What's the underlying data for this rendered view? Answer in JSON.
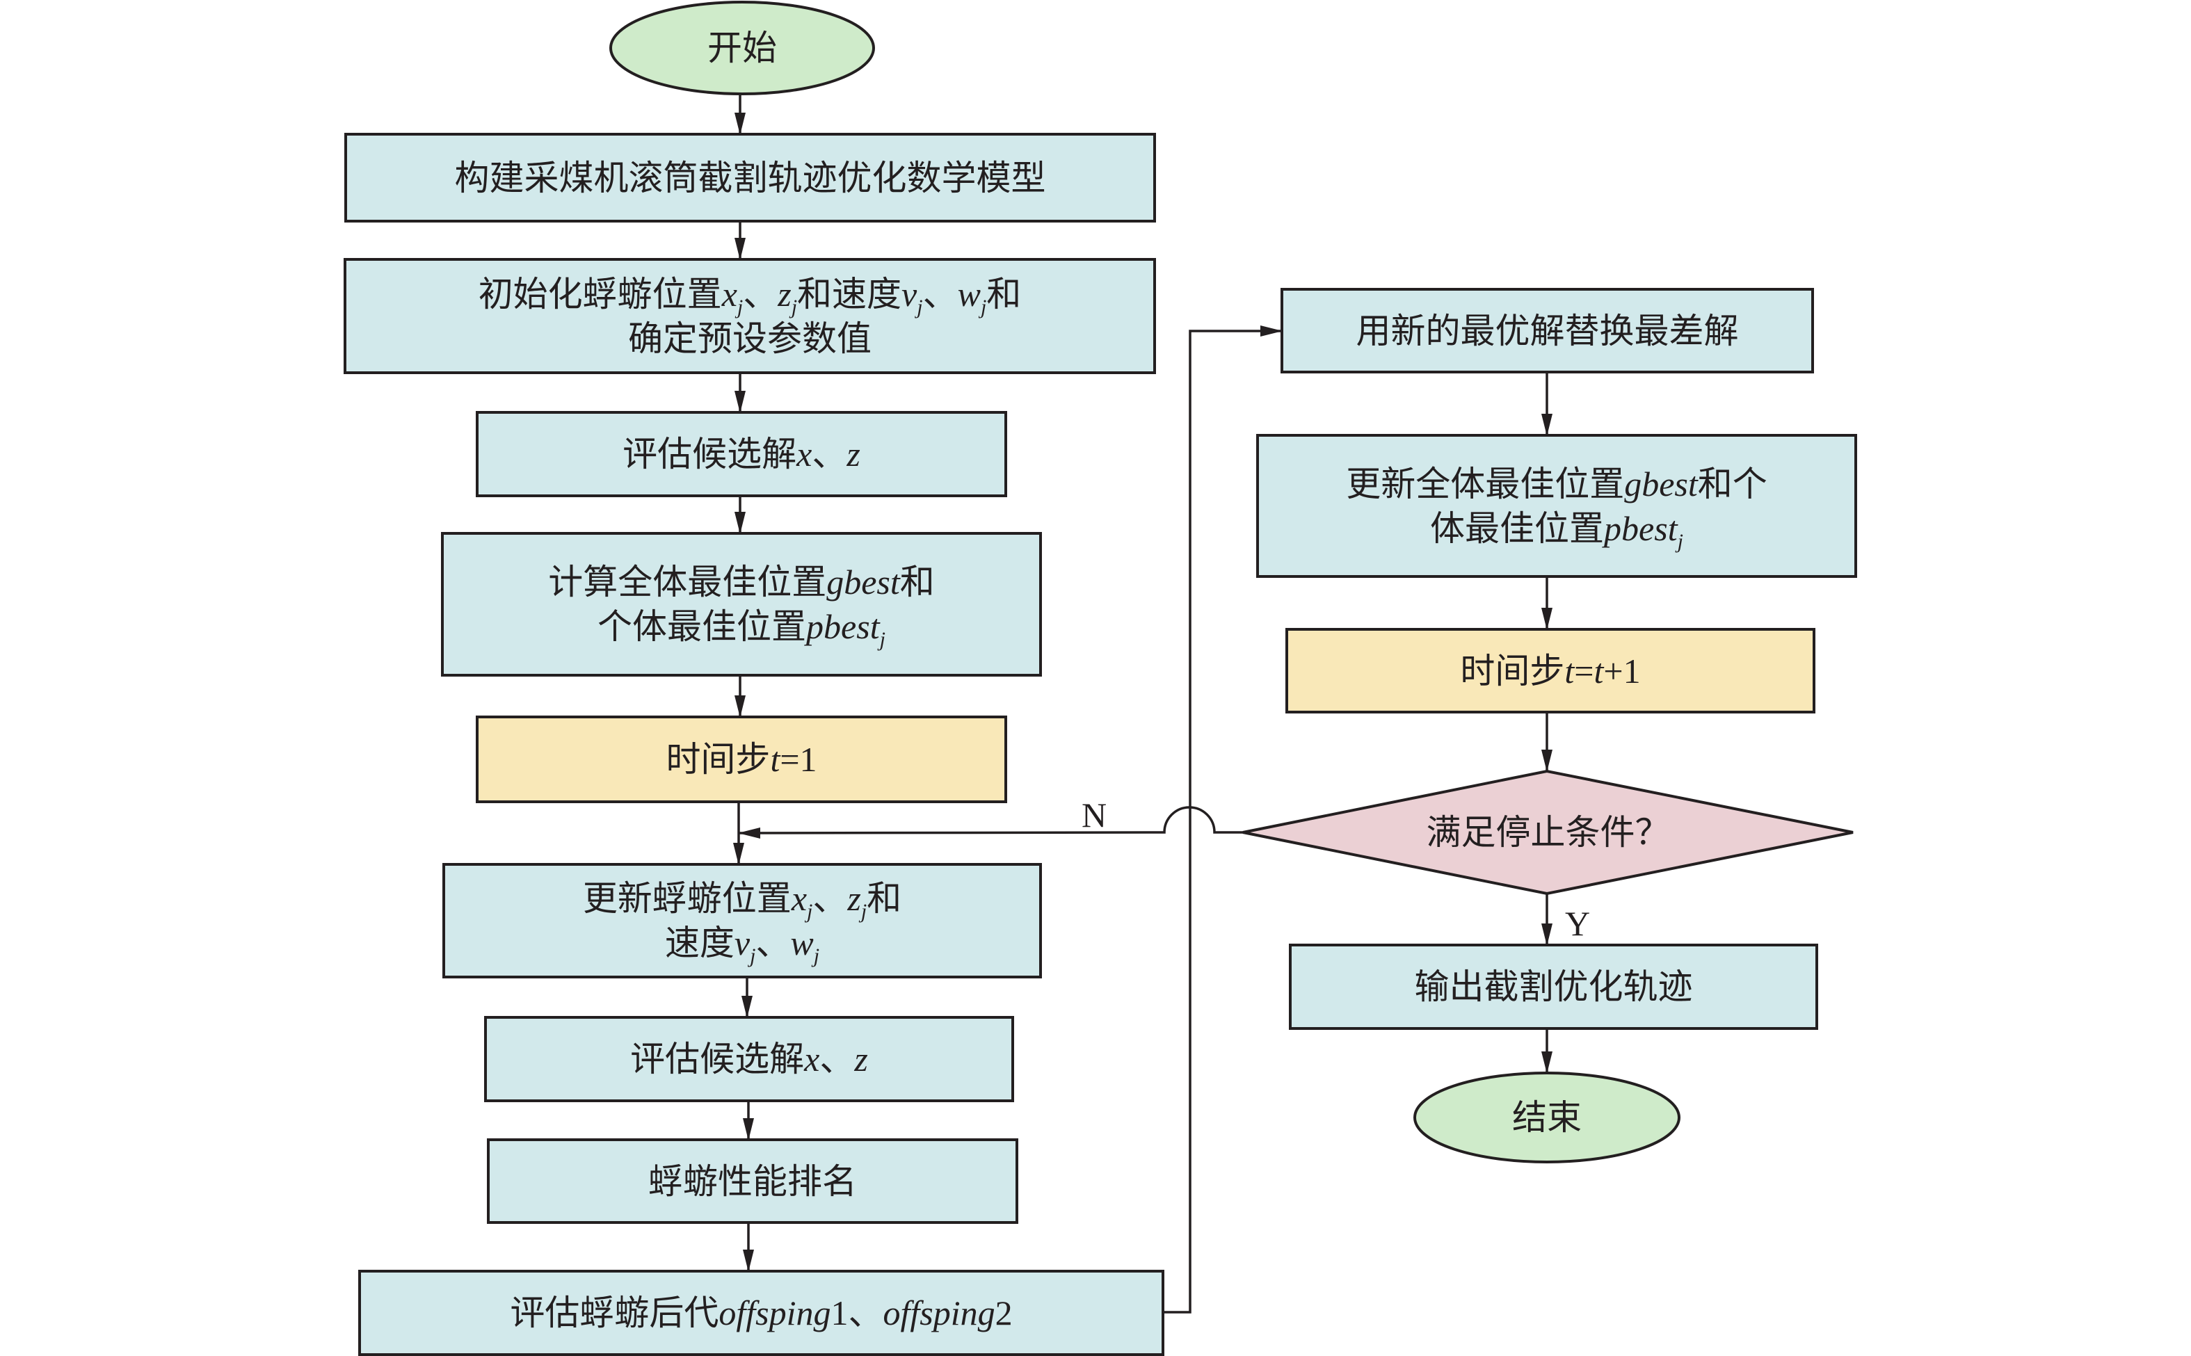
{
  "colors": {
    "terminal_fill": "#cfebca",
    "process_fill": "#d2e9eb",
    "timestep_fill": "#f9e8b8",
    "decision_fill": "#ebd0d4",
    "stroke": "#231f20",
    "text": "#231f20"
  },
  "nodes": [
    {
      "id": "start",
      "shape": "terminal",
      "lines": [
        [
          {
            "t": "开始"
          }
        ]
      ]
    },
    {
      "id": "build-model",
      "shape": "process",
      "lines": [
        [
          {
            "t": "构建采煤机滚筒截割轨迹优化数学模型"
          }
        ]
      ]
    },
    {
      "id": "init",
      "shape": "process",
      "lines": [
        [
          {
            "t": "初始化蜉蝣位置"
          },
          {
            "t": "x",
            "s": "i"
          },
          {
            "t": "j",
            "s": "sub"
          },
          {
            "t": "、"
          },
          {
            "t": "z",
            "s": "i"
          },
          {
            "t": "j",
            "s": "sub"
          },
          {
            "t": "和速度"
          },
          {
            "t": "v",
            "s": "i"
          },
          {
            "t": "j",
            "s": "sub"
          },
          {
            "t": "、"
          },
          {
            "t": "w",
            "s": "i"
          },
          {
            "t": "j",
            "s": "sub"
          },
          {
            "t": "和"
          }
        ],
        [
          {
            "t": "确定预设参数值"
          }
        ]
      ]
    },
    {
      "id": "evaluate-candidates-1",
      "shape": "process",
      "lines": [
        [
          {
            "t": "评估候选解"
          },
          {
            "t": "x",
            "s": "i"
          },
          {
            "t": "、"
          },
          {
            "t": "z",
            "s": "i"
          }
        ]
      ]
    },
    {
      "id": "compute-best",
      "shape": "process",
      "lines": [
        [
          {
            "t": "计算全体最佳位置"
          },
          {
            "t": "gbest",
            "s": "i"
          },
          {
            "t": "和"
          }
        ],
        [
          {
            "t": "个体最佳位置"
          },
          {
            "t": "pbest",
            "s": "i"
          },
          {
            "t": "j",
            "s": "sub"
          }
        ]
      ]
    },
    {
      "id": "timestep-init",
      "shape": "timestep",
      "lines": [
        [
          {
            "t": "时间步"
          },
          {
            "t": "t",
            "s": "i"
          },
          {
            "t": "=1"
          }
        ]
      ]
    },
    {
      "id": "update-mayfly",
      "shape": "process",
      "lines": [
        [
          {
            "t": "更新蜉蝣位置"
          },
          {
            "t": "x",
            "s": "i"
          },
          {
            "t": "j",
            "s": "sub"
          },
          {
            "t": "、"
          },
          {
            "t": "z",
            "s": "i"
          },
          {
            "t": "j",
            "s": "sub"
          },
          {
            "t": "和"
          }
        ],
        [
          {
            "t": "速度"
          },
          {
            "t": "v",
            "s": "i"
          },
          {
            "t": "j",
            "s": "sub"
          },
          {
            "t": "、"
          },
          {
            "t": "w",
            "s": "i"
          },
          {
            "t": "j",
            "s": "sub"
          }
        ]
      ]
    },
    {
      "id": "evaluate-candidates-2",
      "shape": "process",
      "lines": [
        [
          {
            "t": "评估候选解"
          },
          {
            "t": "x",
            "s": "i"
          },
          {
            "t": "、"
          },
          {
            "t": "z",
            "s": "i"
          }
        ]
      ]
    },
    {
      "id": "rank",
      "shape": "process",
      "lines": [
        [
          {
            "t": "蜉蝣性能排名"
          }
        ]
      ]
    },
    {
      "id": "evaluate-offspring",
      "shape": "process",
      "lines": [
        [
          {
            "t": "评估蜉蝣后代"
          },
          {
            "t": "offsping",
            "s": "i"
          },
          {
            "t": "1、"
          },
          {
            "t": "offsping",
            "s": "i"
          },
          {
            "t": "2"
          }
        ]
      ]
    },
    {
      "id": "replace-worst",
      "shape": "process",
      "lines": [
        [
          {
            "t": "用新的最优解替换最差解"
          }
        ]
      ]
    },
    {
      "id": "update-best",
      "shape": "process",
      "lines": [
        [
          {
            "t": "更新全体最佳位置"
          },
          {
            "t": "gbest",
            "s": "i"
          },
          {
            "t": "和个"
          }
        ],
        [
          {
            "t": "体最佳位置"
          },
          {
            "t": "pbest",
            "s": "i"
          },
          {
            "t": "j",
            "s": "sub"
          }
        ]
      ]
    },
    {
      "id": "timestep-increment",
      "shape": "timestep",
      "lines": [
        [
          {
            "t": "时间步"
          },
          {
            "t": "t",
            "s": "i"
          },
          {
            "t": "="
          },
          {
            "t": "t",
            "s": "i"
          },
          {
            "t": "+1"
          }
        ]
      ]
    },
    {
      "id": "stop-condition",
      "shape": "decision",
      "lines": [
        [
          {
            "t": "满足停止条件？"
          }
        ]
      ]
    },
    {
      "id": "output",
      "shape": "process",
      "lines": [
        [
          {
            "t": "输出截割优化轨迹"
          }
        ]
      ]
    },
    {
      "id": "end",
      "shape": "terminal",
      "lines": [
        [
          {
            "t": "结束"
          }
        ]
      ]
    }
  ],
  "edges": [
    {
      "from": "start",
      "to": "build-model"
    },
    {
      "from": "build-model",
      "to": "init"
    },
    {
      "from": "init",
      "to": "evaluate-candidates-1"
    },
    {
      "from": "evaluate-candidates-1",
      "to": "compute-best"
    },
    {
      "from": "compute-best",
      "to": "timestep-init"
    },
    {
      "from": "timestep-init",
      "to": "update-mayfly"
    },
    {
      "from": "update-mayfly",
      "to": "evaluate-candidates-2"
    },
    {
      "from": "evaluate-candidates-2",
      "to": "rank"
    },
    {
      "from": "rank",
      "to": "evaluate-offspring"
    },
    {
      "from": "evaluate-offspring",
      "to": "replace-worst"
    },
    {
      "from": "replace-worst",
      "to": "update-best"
    },
    {
      "from": "update-best",
      "to": "timestep-increment"
    },
    {
      "from": "timestep-increment",
      "to": "stop-condition"
    },
    {
      "from": "stop-condition",
      "to": "update-mayfly",
      "label": "N"
    },
    {
      "from": "stop-condition",
      "to": "output",
      "label": "Y"
    },
    {
      "from": "output",
      "to": "end"
    }
  ]
}
